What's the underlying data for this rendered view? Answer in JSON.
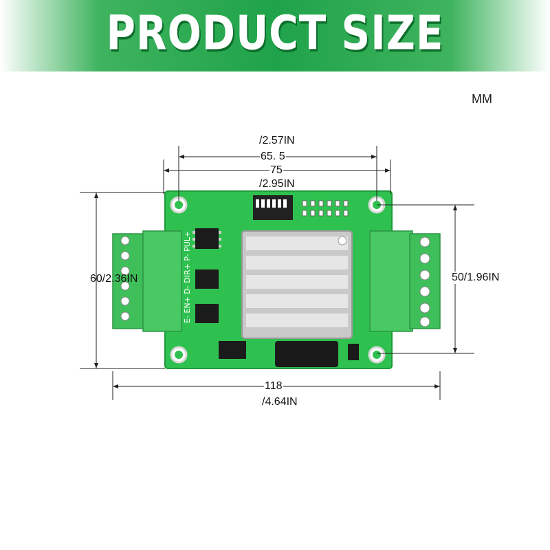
{
  "banner": {
    "title": "PRODUCT SIZE"
  },
  "unit": "MM",
  "dimensions": {
    "inner_width_in": "/2.57IN",
    "inner_width_mm": "65. 5",
    "board_width_mm": "75",
    "board_width_in": "/2.95IN",
    "left_height": "60/2.36IN",
    "right_height": "50/1.96IN",
    "total_width_mm": "118",
    "total_width_in": "/4.64IN"
  },
  "board": {
    "silkscreen": "E- EN+ D- DIR+ P- PUL+",
    "pcb_color": "#2fc14f",
    "terminal_color": "#3fbf5a",
    "heatsink_color": "#c9c9c9"
  }
}
